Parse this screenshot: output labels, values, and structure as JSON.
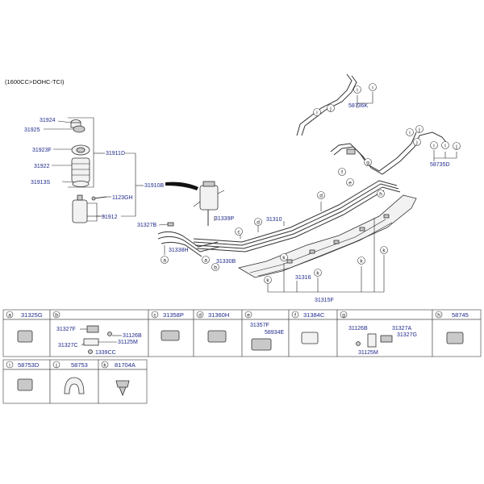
{
  "variant_text": "(1600CC>DOHC-TCI)",
  "letters": {
    "a": "a",
    "b": "b",
    "c": "c",
    "d": "d",
    "e": "e",
    "f": "f",
    "g": "g",
    "h": "h",
    "i": "i",
    "j": "j",
    "k": "k"
  },
  "parts": {
    "p31924": "31924",
    "p31925": "31925",
    "p31923F": "31923F",
    "p31922": "31922",
    "p31913S": "31913S",
    "p31911D": "31911D",
    "p31910B": "31910B",
    "p1123GH": "1123GH",
    "p31912": "31912",
    "p31327B": "31327B",
    "p31338H": "31338H",
    "p31339P": "31339P",
    "p31330B": "31330B",
    "p31310": "31310",
    "p31316": "31316",
    "p31315F": "31315F",
    "p58736K": "58736K",
    "p58735D": "58735D"
  },
  "legend": {
    "a": {
      "code": "31325G"
    },
    "b": {
      "p1": "31327F",
      "p2": "31126B",
      "p3": "31125M",
      "p4": "31327C",
      "p5": "1339CC"
    },
    "c": {
      "code": "31358P"
    },
    "d": {
      "code": "31360H"
    },
    "e": {
      "p1": "31357F",
      "p2": "58934E"
    },
    "f": {
      "code": "31384C"
    },
    "g": {
      "p1": "31126B",
      "p2": "31327A",
      "p3": "31327G",
      "p4": "31125M"
    },
    "h": {
      "code": "58745"
    },
    "i": {
      "code": "58753D"
    },
    "j": {
      "code": "58753"
    },
    "k": {
      "code": "81704A"
    }
  }
}
